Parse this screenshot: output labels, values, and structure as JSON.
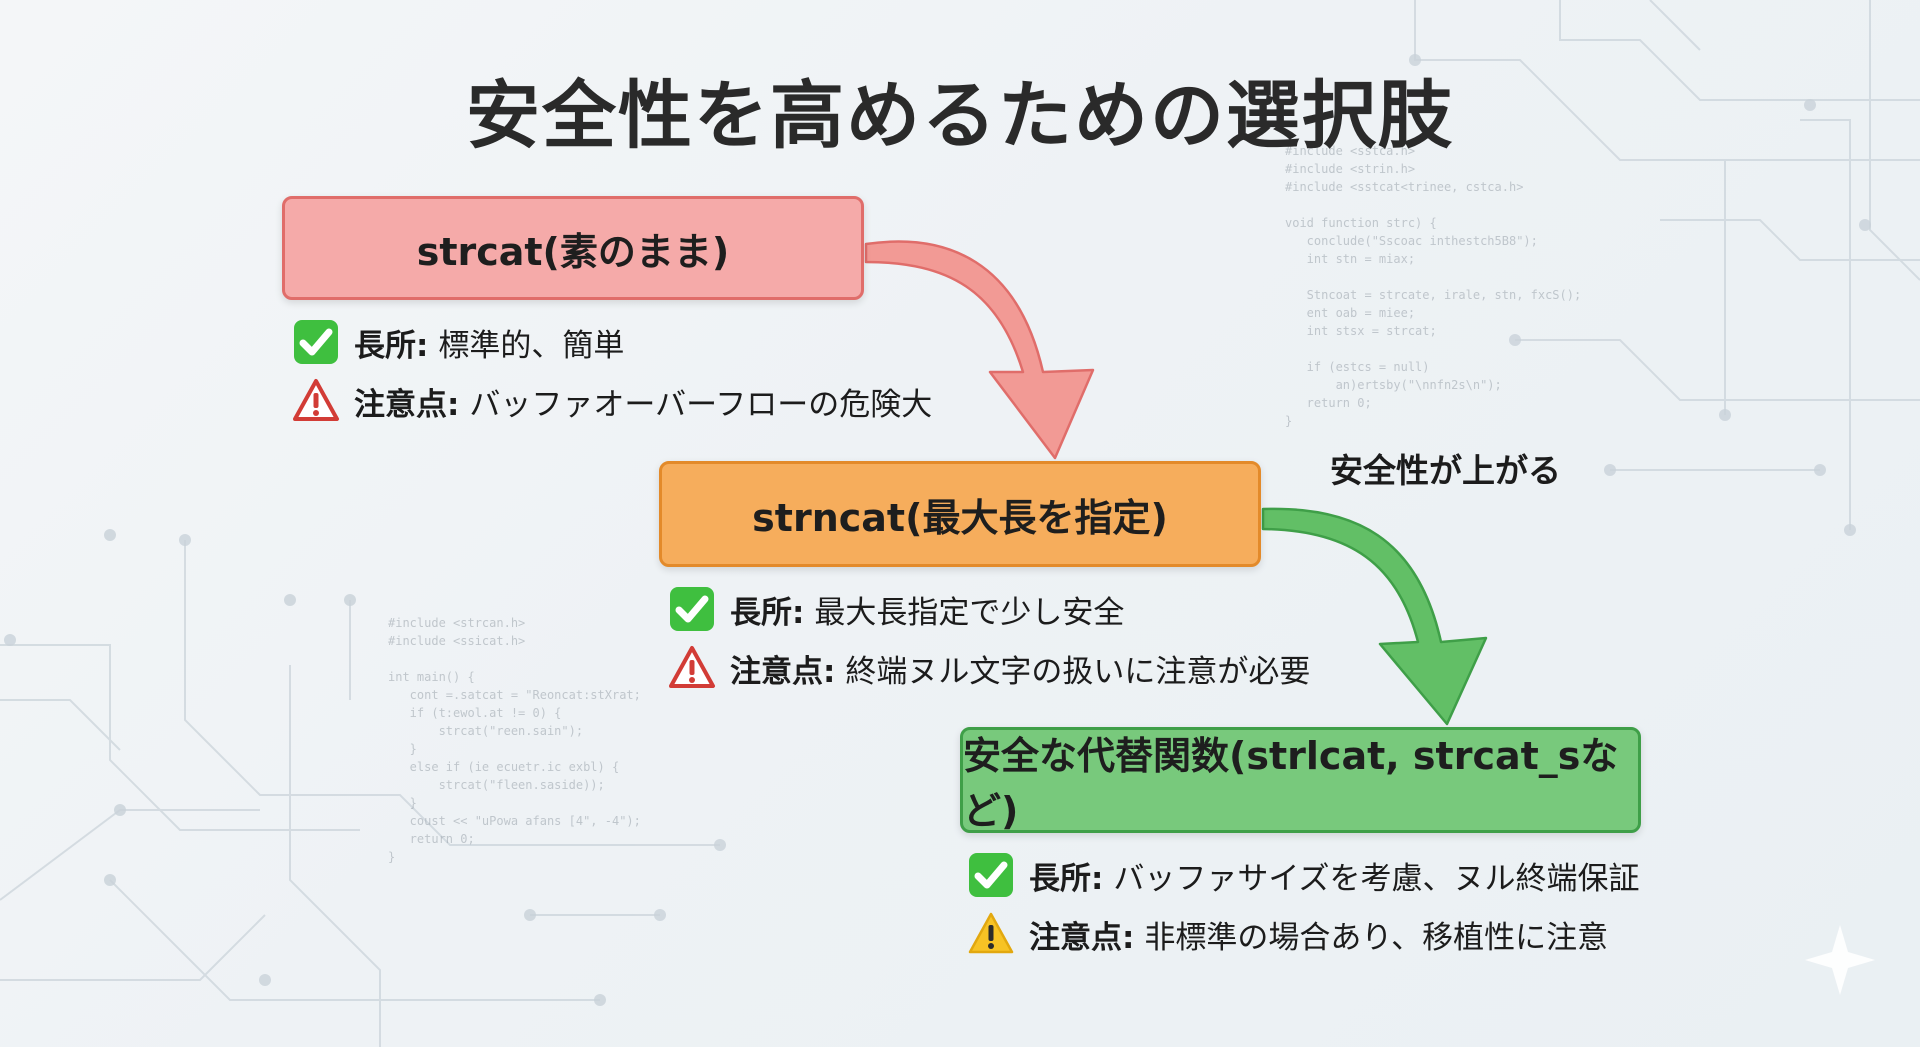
{
  "title": "安全性を高めるための選択肢",
  "arrow_label": "安全性が上がる",
  "boxes": [
    {
      "label": "strcat(素のまま)",
      "color": "#f5aaa9",
      "pros_label": "長所:",
      "pros": "標準的、簡単",
      "cons_label": "注意点:",
      "cons": "バッファオーバーフローの危険大",
      "cons_icon": "red-warning-triangle-icon"
    },
    {
      "label": "strncat(最大長を指定)",
      "color": "#f6ad5c",
      "pros_label": "長所:",
      "pros": "最大長指定で少し安全",
      "cons_label": "注意点:",
      "cons": "終端ヌル文字の扱いに注意が必要",
      "cons_icon": "red-warning-triangle-icon"
    },
    {
      "label": "安全な代替関数(strlcat, strcat_sなど)",
      "color": "#78c97c",
      "pros_label": "長所:",
      "pros": "バッファサイズを考慮、ヌル終端保証",
      "cons_label": "注意点:",
      "cons": "非標準の場合あり、移植性に注意",
      "cons_icon": "yellow-warning-icon"
    }
  ],
  "code_snippets": {
    "top_right": "#include <sstca.h>\n#include <strin.h>\n#include <sstcat<trinee, cstca.h>\n\nvoid function strc) {\n   conclude(\"Sscoac inthestch5B8\");\n   int stn = miax;\n\n   Stncoat = strcate, irale, stn, fxcS();\n   ent oab = miee;\n   int stsx = strcat;\n\n   if (estcs = null)\n       an)ertsby(\"\\nnfn2s\\n\");\n   return 0;\n}",
    "bottom_left": "#include <strcan.h>\n#include <ssicat.h>\n\nint main() {\n   cont =.satcat = \"Reoncat:stXrat;\n   if (t:ewol.at != 0) {\n       strcat(\"reen.sain\");\n   }\n   else if (ie ecuetr.ic exbl) {\n       strcat(\"fleen.saside));\n   }\n   coust << \"uPowa afans [4\", -4\");\n   return 0;\n}"
  }
}
